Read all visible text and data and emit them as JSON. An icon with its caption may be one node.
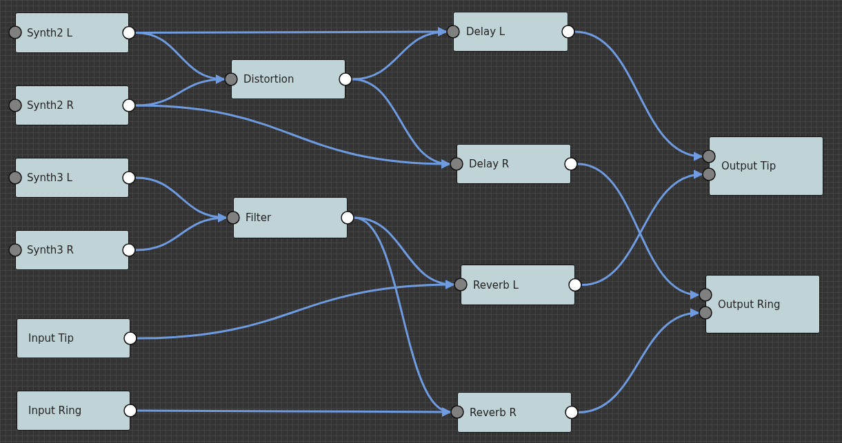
{
  "diagram": {
    "nodes": [
      {
        "text": [
          "Synth2 L"
        ]
      },
      {
        "text": [
          "Synth2 R"
        ]
      },
      {
        "text": [
          "Synth3 L"
        ]
      },
      {
        "text": [
          "Synth3 R"
        ]
      },
      {
        "text": [
          "Input Tip"
        ]
      },
      {
        "text": [
          "Input Ring"
        ]
      },
      {
        "text": [
          "Distortion"
        ]
      },
      {
        "text": [
          "Filter"
        ]
      },
      {
        "text": [
          "Delay L"
        ]
      },
      {
        "text": [
          "Delay R"
        ]
      },
      {
        "text": [
          "Reverb L"
        ]
      },
      {
        "text": [
          "Reverb R"
        ]
      },
      {
        "text": [
          "Output Tip"
        ]
      },
      {
        "text": [
          "Output Ring"
        ]
      }
    ],
    "edges": [
      {
        "from": 0,
        "to": 8,
        "arrow": "to"
      },
      {
        "from": 0,
        "to": 6,
        "arrow": "to"
      },
      {
        "from": 1,
        "to": 6,
        "arrow": "to"
      },
      {
        "from": 1,
        "to": 9,
        "arrow": "to"
      },
      {
        "from": 6,
        "to": 8,
        "arrow": "to"
      },
      {
        "from": 6,
        "to": 9,
        "arrow": "to"
      },
      {
        "from": 2,
        "to": 7,
        "arrow": "to"
      },
      {
        "from": 3,
        "to": 7,
        "arrow": "to"
      },
      {
        "from": 7,
        "to": 10,
        "arrow": "to"
      },
      {
        "from": 7,
        "to": 11,
        "arrow": "to"
      },
      {
        "from": 4,
        "to": 10,
        "arrow": "to"
      },
      {
        "from": 5,
        "to": 11,
        "arrow": "to"
      },
      {
        "from": 8,
        "to": 12,
        "arrow": "to"
      },
      {
        "from": 10,
        "to": 12,
        "arrow": "to"
      },
      {
        "from": 9,
        "to": 13,
        "arrow": "to"
      },
      {
        "from": 11,
        "to": 13,
        "arrow": "to"
      }
    ]
  }
}
